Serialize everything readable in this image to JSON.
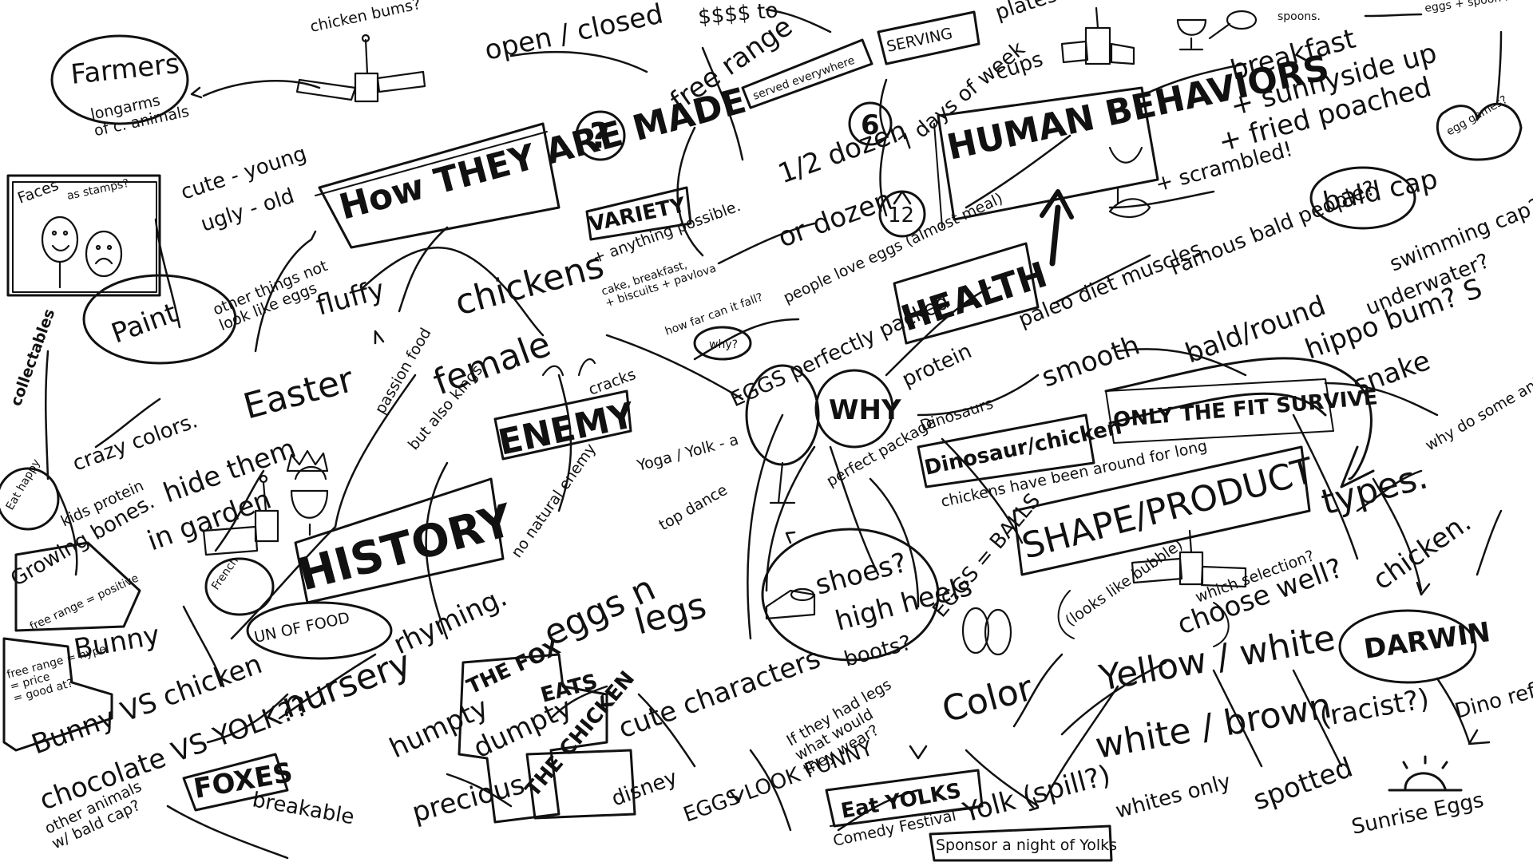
{
  "labels": {
    "chicken_bums": "chicken bums?",
    "farmers": "Farmers",
    "longarms": "longarms\nof c. animals",
    "faces": "Faces",
    "as_stamps": "as stamps?",
    "cute_young": "cute - young",
    "ugly_old": "ugly - old",
    "paint": "Paint",
    "collectables": "collectables",
    "eat_happy": "Eat happy",
    "crazy_colors": "crazy colors.",
    "kids_protein": "kids protein",
    "other_things": "other things not\nlook like eggs",
    "fluffy": "fluffy",
    "easter": "Easter",
    "how_they_are_made": "How THEY ARE MADE",
    "question_mark": "?",
    "open_closed": "open / closed",
    "money_to": "$$$$ to",
    "free_range": "free range",
    "served_everywhere": "served everywhere",
    "serving": "SERVING",
    "plates": "plates?",
    "cups": "cups",
    "spoons": "spoons.",
    "eggs_spoon_race": "eggs + spoon race.",
    "half_dozen": "1/2 dozen",
    "or_dozen": "or dozen",
    "six": "6",
    "twelve": "12",
    "days_of_week": "7 days of week",
    "human_behaviors": "HUMAN BEHAVIORS",
    "breakfast": "breakfast",
    "sunny_side": "+ sunnyside up",
    "fried_poached": "+ fried poached",
    "scrambled": "+ scrambled!",
    "egg_games": "egg games?",
    "bald_cap": "bald cap",
    "variety": "VARIETY",
    "anything_possible": "+ anything possible.",
    "cake_breakfast": "cake, breakfast,\n+ biscuits + pavlova",
    "chickens": "chickens",
    "how_far": "how far can it fall?",
    "why_small": "why?",
    "people_love_eggs": "people love eggs (almost meal)",
    "health": "HEALTH",
    "paleo_diet": "paleo diet muscles.",
    "famous_bald_people": "Famous bald people?",
    "swimming_cap": "swimming cap?",
    "underwater": "underwater?",
    "hippo_bum": "hippo bum? S",
    "snake": "snake",
    "smooth": "smooth",
    "bald_round": "bald/round",
    "passion_food": "passion food",
    "female": "female",
    "but_also_kings": "but also kings",
    "enemy": "ENEMY",
    "cracks": "cracks",
    "eggs_perfectly_packed": "EGGS perfectly packed",
    "why_big": "WHY",
    "protein": "protein",
    "dinosaurs": "Dinosaurs",
    "dinosaur_chicken": "Dinosaur/chicken",
    "chickens_have_been_around": "chickens have been around for long",
    "only_the_fit_survive": "ONLY THE FIT SURVIVE",
    "shape_product": "SHAPE/PRODUCT",
    "types": "types.",
    "why_do_some_animals": "why do some animals have eggs?",
    "chicken": "chicken.",
    "darwin": "DARWIN",
    "dino_ref": "Dino ref.",
    "hide_them": "hide them",
    "in_garden": "in garden",
    "history": "HISTORY",
    "french": "French",
    "world_of_food": "UN OF FOOD",
    "growing_bones": "Growing bones.",
    "free_range_positive": "free range = positive",
    "free_range_hype": "free range = hype\n= price\n= good at?",
    "bunny": "Bunny",
    "bunny_vs_chicken": "Bunny VS chicken",
    "chocolate_vs_yolk": "chocolate VS YOLK??",
    "other_animals_bald_cap": "other animals\nw/ bald cap?",
    "foxes": "FOXES",
    "breakable": "breakable",
    "nursery": "nursery",
    "rhyming": "rhyming.",
    "humpty": "humpty",
    "dumpty": "dumpty",
    "precious": "precious",
    "fox_eats_chicken": "THE FOX EATS THE CHICKEN",
    "the_fox": "THE FOX",
    "eats": "EATS",
    "the_chicken": "THE CHICKEN",
    "no_natural_enemy": "no natural enemy",
    "eggs_n": "eggs n",
    "legs": "legs",
    "yoga_yolk": "Yoga / Yolk - a",
    "top_dance": "top dance",
    "cute_characters": "cute characters",
    "disney": "disney",
    "perfect_package": "perfect package",
    "shoes": "shoes?",
    "high_heels": "high heels",
    "boots": "boots?",
    "eggs_balls": "EGGS = BALLS",
    "if_they_had_legs": "If they had legs\nwhat would\nthey wear?",
    "eggs_look_funny": "EGGS LOOK FUNNY",
    "eat_yolks": "Eat YOLKS",
    "comedy_festival": "Comedy Festival",
    "sponsor_night": "Sponsor a night of Yolks",
    "yolk_spill": "Yolk (spill?)",
    "color": "Color",
    "yellow_white": "Yellow / white",
    "white_brown": "white / brown",
    "racist": "(racist?)",
    "whites_only": "whites only",
    "spotted": "spotted",
    "sunrise_eggs": "Sunrise Eggs",
    "looks_like_bubble": "(looks like bubble)",
    "choose_well": "choose well?",
    "which_selection": "which selection?"
  },
  "icons": [
    "satellite-icon",
    "egg-cup-icon",
    "spoon-icon",
    "crown-icon",
    "egg-face-happy-icon",
    "egg-face-sad-icon",
    "shoe-icon",
    "sunrise-icon",
    "chicken-head-icon",
    "heart-icon",
    "arrow-up-icon",
    "cracked-egg-icon"
  ],
  "colors": {
    "ink": "#111111",
    "paper": "#ffffff"
  }
}
